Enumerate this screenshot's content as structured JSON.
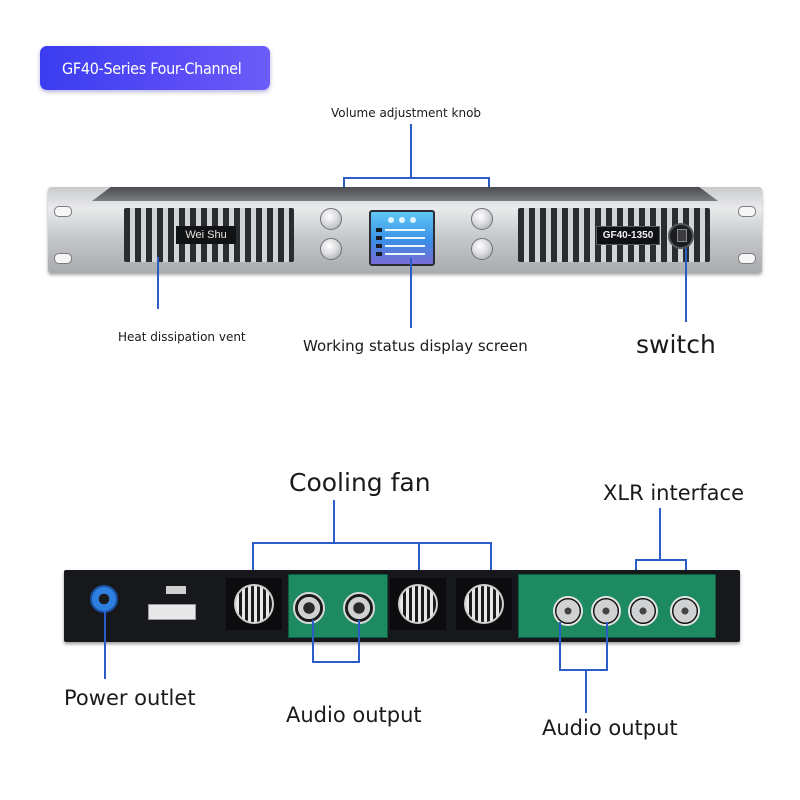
{
  "badge": {
    "title": "GF40-Series Four-Channel"
  },
  "front": {
    "labels": {
      "volume_knob": "Volume adjustment knob",
      "heat_vent": "Heat dissipation vent",
      "display_screen": "Working status display screen",
      "switch": "switch"
    },
    "name_plate": "Wei Shu",
    "model": "GF40-1350"
  },
  "rear": {
    "labels": {
      "cooling_fan": "Cooling fan",
      "xlr_interface": "XLR interface",
      "power_outlet": "Power outlet",
      "audio_output_left": "Audio output",
      "audio_output_right": "Audio output"
    }
  },
  "colors": {
    "badge": "#3a3df0",
    "callout_line": "#2b5cc7",
    "rear_board": "#1e8a62"
  }
}
